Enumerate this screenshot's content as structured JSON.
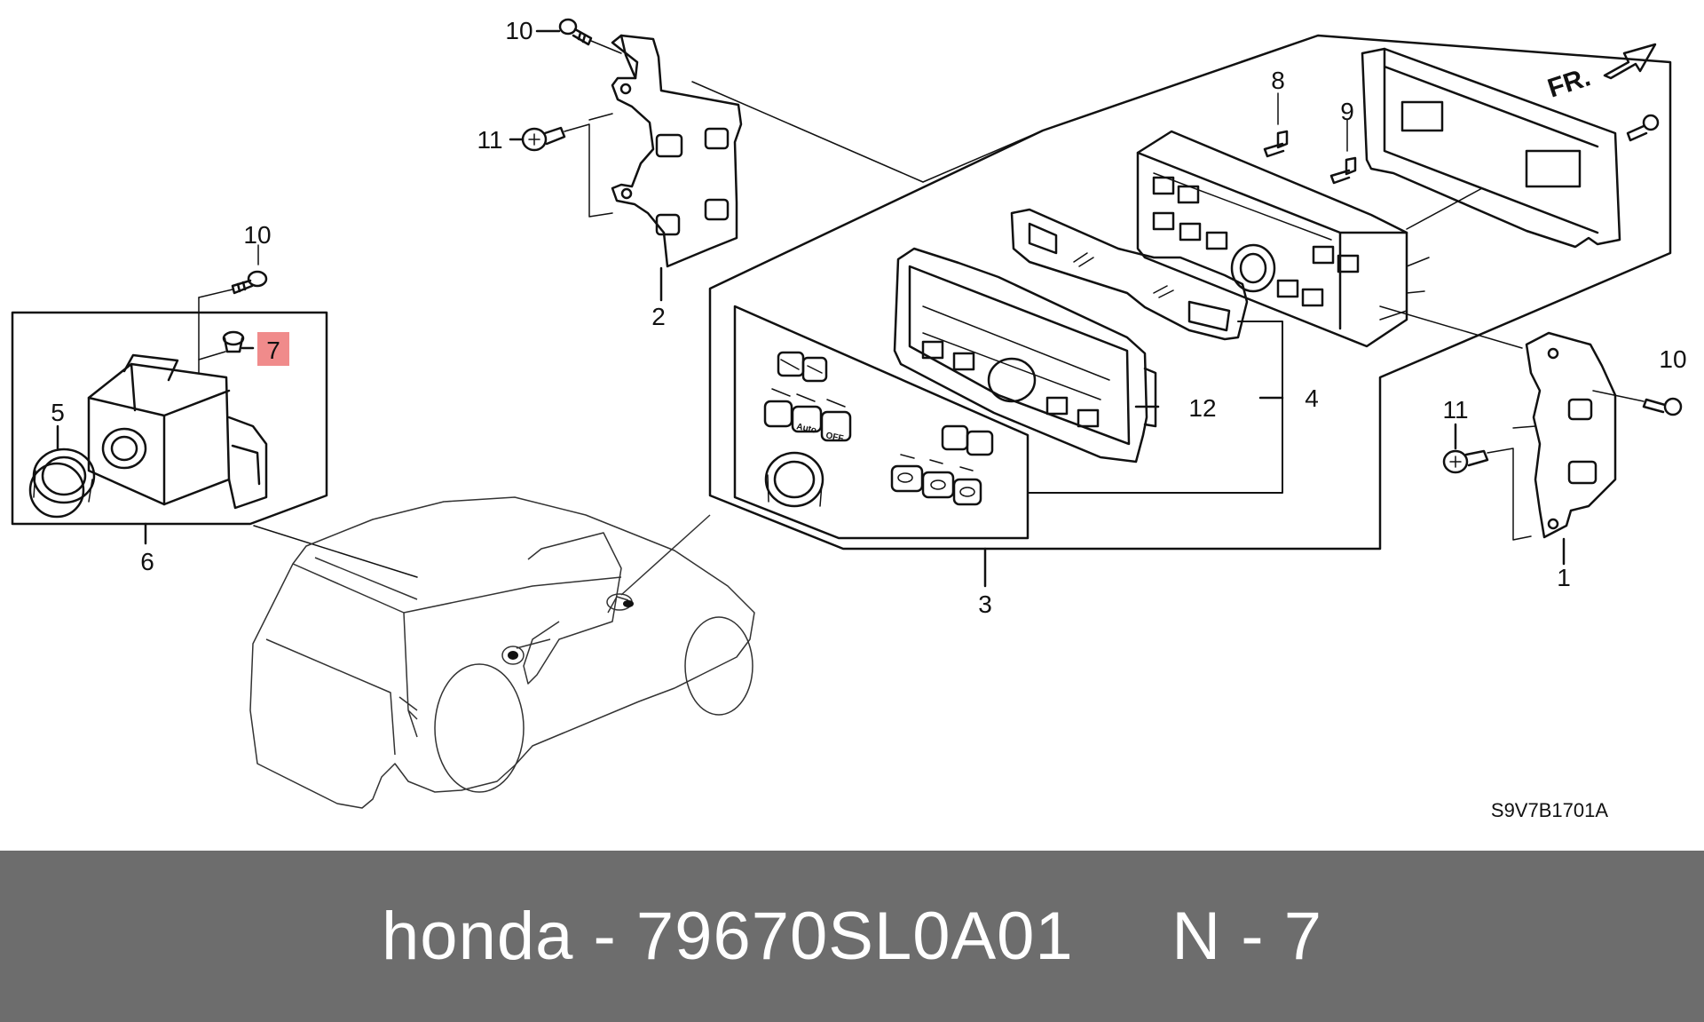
{
  "diagram": {
    "callouts": {
      "c1": "1",
      "c2": "2",
      "c3": "3",
      "c4": "4",
      "c5": "5",
      "c6": "6",
      "c7": "7",
      "c8": "8",
      "c9": "9",
      "c10a": "10",
      "c10b": "10",
      "c10c": "10",
      "c11a": "11",
      "c11b": "11",
      "c12": "12"
    },
    "highlight_color": "#f08b8b",
    "direction_label": "FR.",
    "button_labels": {
      "auto": "Auto",
      "off": "OFF"
    },
    "reference_code": "S9V7B1701A"
  },
  "footer": {
    "text": "honda - 79670SL0A01     N - 7",
    "background": "#6d6d6d"
  }
}
